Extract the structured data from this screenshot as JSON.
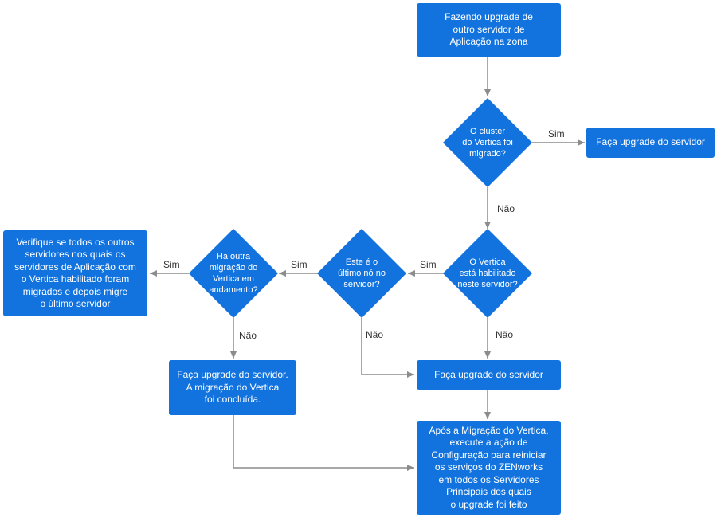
{
  "colors": {
    "node": "#1273de",
    "connector": "#8c8c8c",
    "node_text": "#ffffff",
    "label_text": "#333333"
  },
  "nodes": {
    "start": "Fazendo upgrade de\noutro servidor de\nAplicação na zona",
    "cluster_migrated": "O cluster\ndo Vertica foi\nmigrado?",
    "upgrade_server_top": "Faça upgrade do servidor",
    "vertica_enabled": "O Vertica\nestá habilitado\nneste servidor?",
    "last_node": "Este é o\núltimo nó no\nservidor?",
    "another_migration": "Há outra\nmigração do\nVertica em\nandamento?",
    "verify_servers": "Verifique se todos os outros\nservidores nos quais os\nservidores de Aplicação com\no Vertica habilitado foram\nmigrados e depois migre\no último servidor",
    "upgrade_migration_done": "Faça upgrade do servidor.\nA migração do Vertica\nfoi concluída.",
    "upgrade_server_mid": "Faça upgrade do servidor",
    "after_migration": "Após a Migração do Vertica,\nexecute a ação de\nConfiguração para reiniciar\nos serviços do ZENworks\nem todos os Servidores\nPrincipais dos quais\no upgrade foi feito"
  },
  "labels": {
    "sim": "Sim",
    "nao": "Não"
  }
}
